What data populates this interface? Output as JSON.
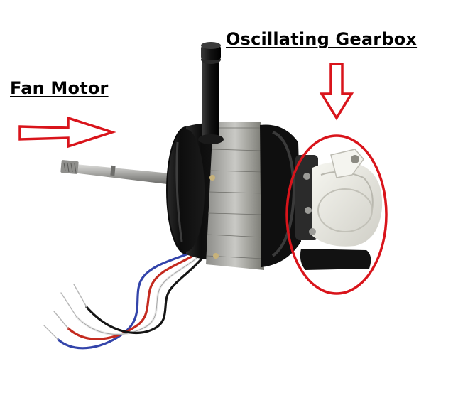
{
  "labels": {
    "gearbox": "Oscillating Gearbox",
    "motor": "Fan Motor"
  },
  "colors": {
    "annotation_red": "#d9141b",
    "motor_body": "#111111",
    "gearbox_plastic": "#ecebe3",
    "steel": "#a9a9a6",
    "background": "#ffffff"
  },
  "wires": [
    "black",
    "white",
    "red",
    "blue"
  ]
}
